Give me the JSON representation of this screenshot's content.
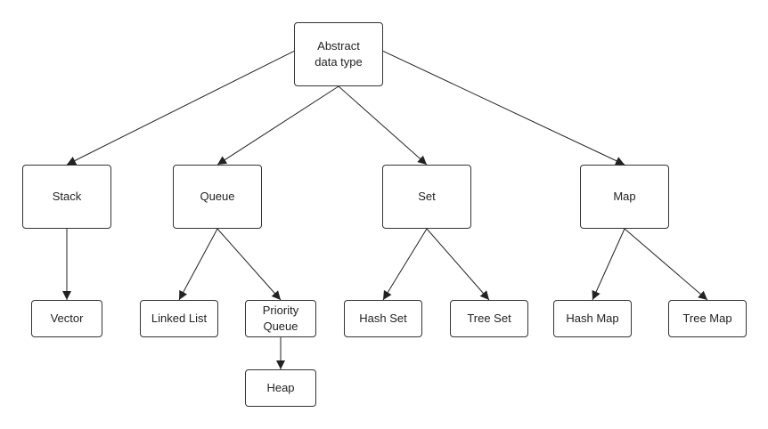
{
  "diagram": {
    "nodes": {
      "root": {
        "label": "Abstract\ndata type"
      },
      "stack": {
        "label": "Stack"
      },
      "queue": {
        "label": "Queue"
      },
      "set": {
        "label": "Set"
      },
      "map": {
        "label": "Map"
      },
      "vector": {
        "label": "Vector"
      },
      "linked_list": {
        "label": "Linked List"
      },
      "priority_queue": {
        "label": "Priority\nQueue"
      },
      "heap": {
        "label": "Heap"
      },
      "hash_set": {
        "label": "Hash Set"
      },
      "tree_set": {
        "label": "Tree Set"
      },
      "hash_map": {
        "label": "Hash Map"
      },
      "tree_map": {
        "label": "Tree Map"
      }
    },
    "edges": [
      {
        "from": "root",
        "to": "stack"
      },
      {
        "from": "root",
        "to": "queue"
      },
      {
        "from": "root",
        "to": "set"
      },
      {
        "from": "root",
        "to": "map"
      },
      {
        "from": "stack",
        "to": "vector"
      },
      {
        "from": "queue",
        "to": "linked_list"
      },
      {
        "from": "queue",
        "to": "priority_queue"
      },
      {
        "from": "priority_queue",
        "to": "heap"
      },
      {
        "from": "set",
        "to": "hash_set"
      },
      {
        "from": "set",
        "to": "tree_set"
      },
      {
        "from": "map",
        "to": "hash_map"
      },
      {
        "from": "map",
        "to": "tree_map"
      }
    ]
  }
}
